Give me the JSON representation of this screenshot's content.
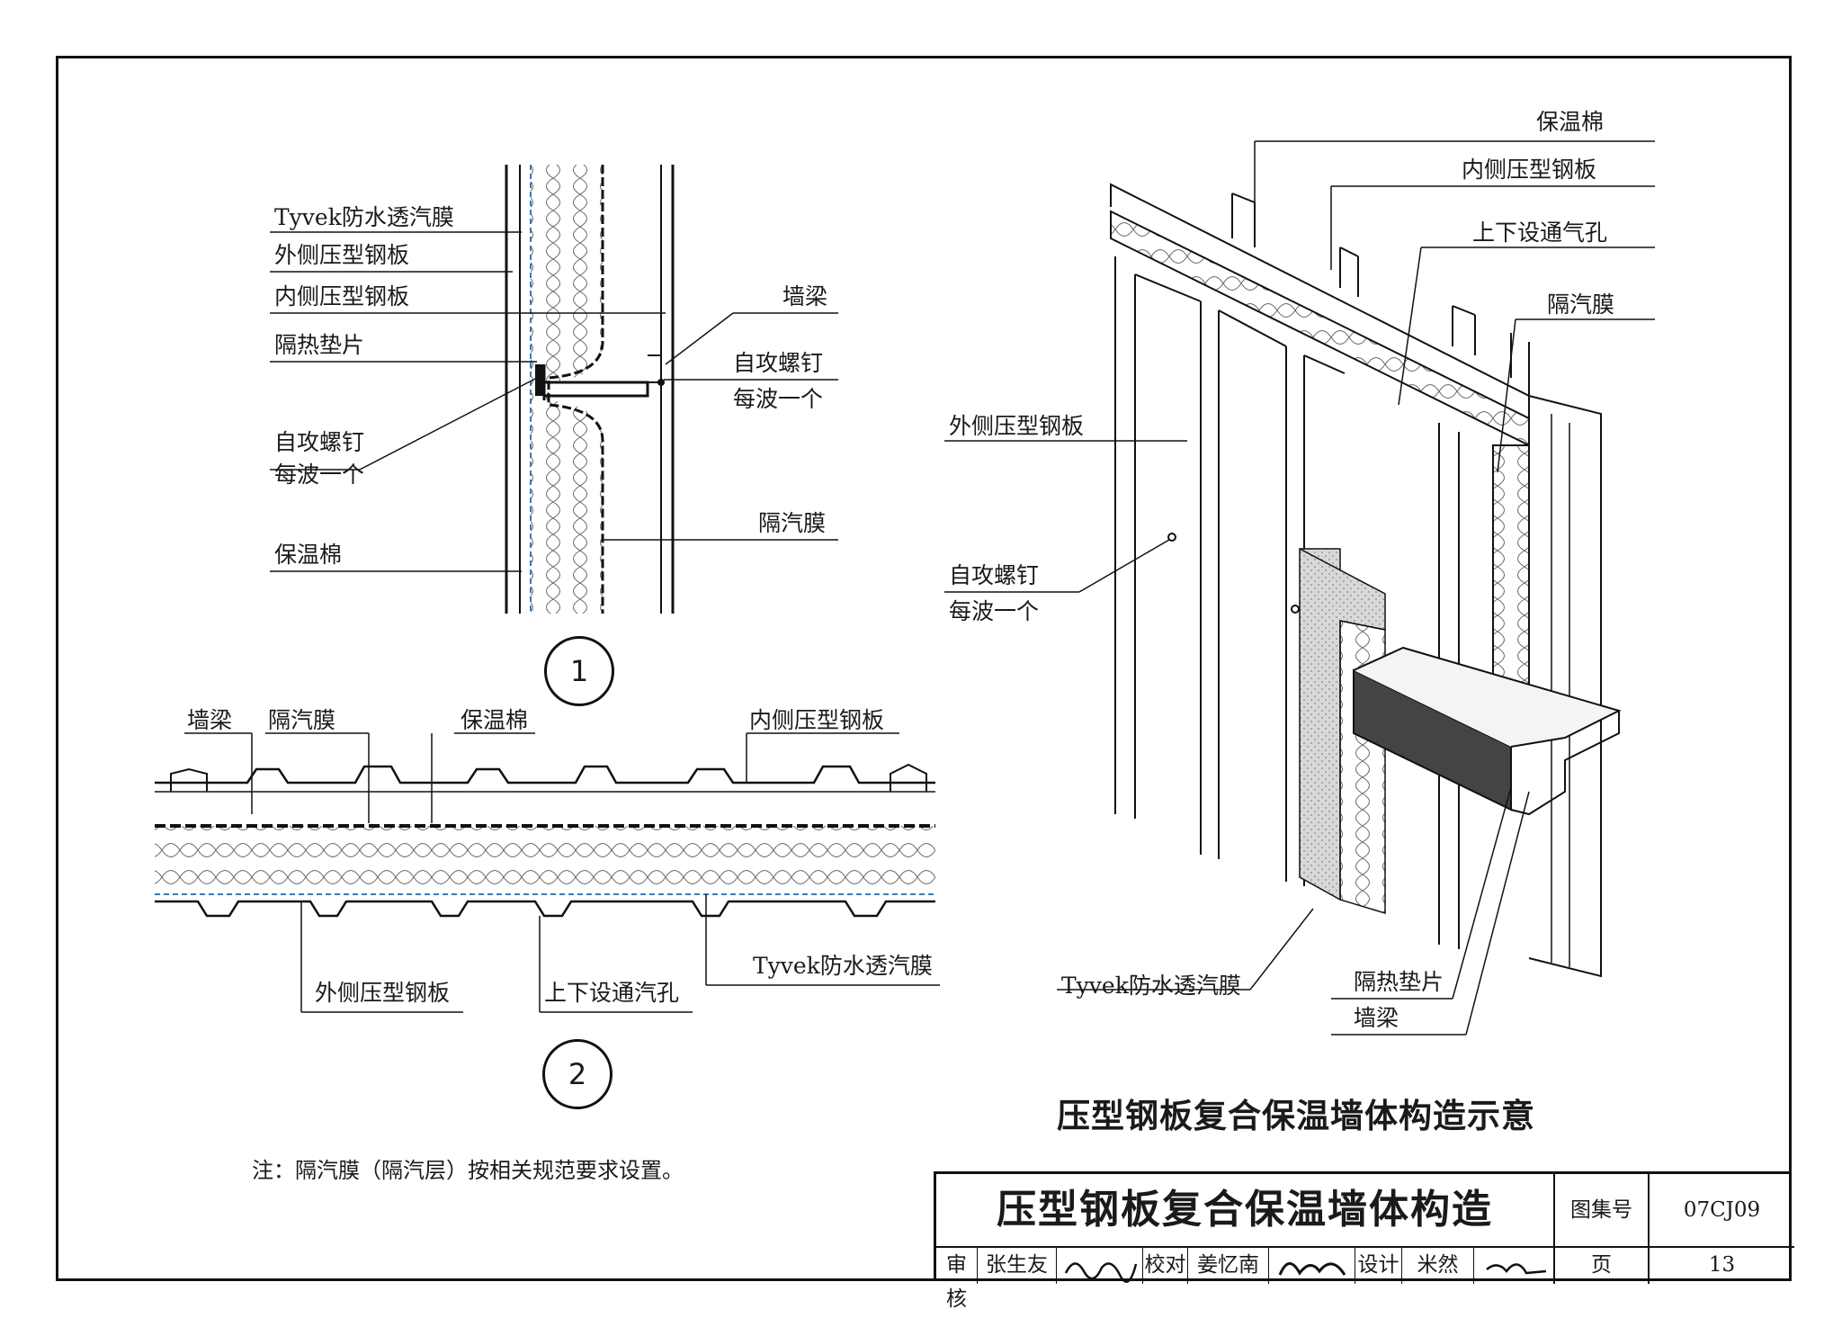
{
  "detail1": {
    "labels": {
      "tyvek": "Tyvek防水透汽膜",
      "outer_panel": "外侧压型钢板",
      "inner_panel": "内侧压型钢板",
      "thermal_pad": "隔热垫片",
      "screw": "自攻螺钉",
      "screw_per_wave": "每波一个",
      "insulation": "保温棉",
      "wall_beam": "墙梁",
      "screw_r": "自攻螺钉",
      "screw_per_wave_r": "每波一个",
      "vapor_barrier": "隔汽膜"
    },
    "number": "1"
  },
  "detail2": {
    "labels": {
      "wall_beam": "墙梁",
      "vapor_barrier": "隔汽膜",
      "insulation": "保温棉",
      "inner_panel": "内侧压型钢板",
      "outer_panel": "外侧压型钢板",
      "vent_hole": "上下设通汽孔",
      "tyvek": "Tyvek防水透汽膜"
    },
    "number": "2"
  },
  "iso": {
    "labels": {
      "insulation": "保温棉",
      "inner_panel": "内侧压型钢板",
      "vent_hole": "上下设通气孔",
      "vapor_barrier": "隔汽膜",
      "outer_panel": "外侧压型钢板",
      "screw": "自攻螺钉",
      "screw_per_wave": "每波一个",
      "tyvek": "Tyvek防水透汽膜",
      "thermal_pad": "隔热垫片",
      "wall_beam": "墙梁"
    },
    "caption": "压型钢板复合保温墙体构造示意"
  },
  "note": "注：隔汽膜（隔汽层）按相关规范要求设置。",
  "title_block": {
    "title": "压型钢板复合保温墙体构造",
    "atlas_label": "图集号",
    "atlas_no": "07CJ09",
    "review_label": "审核",
    "reviewer": "张生友",
    "check_label": "校对",
    "checker": "姜忆南",
    "design_label": "设计",
    "designer": "米然",
    "page_label": "页",
    "page_no": "13"
  },
  "colors": {
    "line": "#1a1a1a",
    "membrane": "#3a7ab8"
  }
}
